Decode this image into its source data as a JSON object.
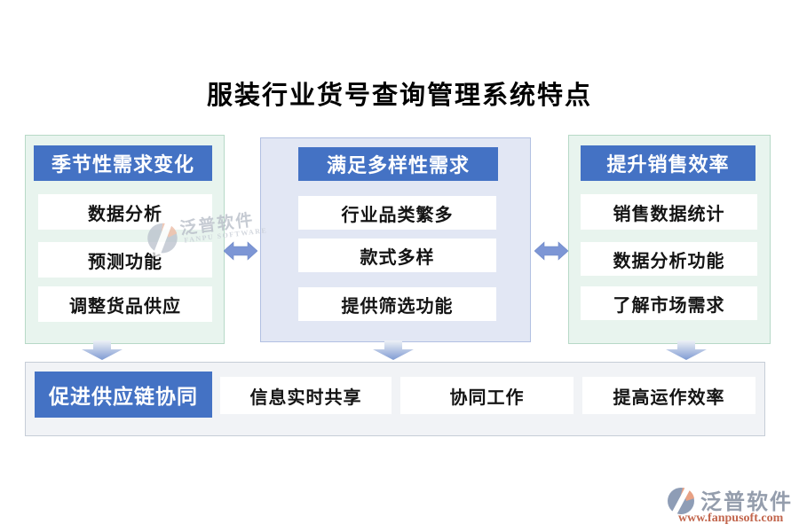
{
  "title": "服装行业货号查询管理系统特点",
  "panels": [
    {
      "header": "季节性需求变化",
      "items": [
        "数据分析",
        "预测功能",
        "调整货品供应"
      ]
    },
    {
      "header": "满足多样性需求",
      "items": [
        "行业品类繁多",
        "款式多样",
        "提供筛选功能"
      ]
    },
    {
      "header": "提升销售效率",
      "items": [
        "销售数据统计",
        "数据分析功能",
        "了解市场需求"
      ]
    }
  ],
  "bottom": {
    "header": "促进供应链协同",
    "items": [
      "信息实时共享",
      "协同工作",
      "提高运作效率"
    ]
  },
  "watermark": {
    "text": "泛普软件",
    "subtext": "FANPU SOFTWARE"
  },
  "logo": {
    "name": "泛普软件",
    "url": "www.fanpusoft.com"
  },
  "icons": {
    "between_panels": "left-right-arrow-icon",
    "panel_to_bottom": "down-arrow-icon",
    "brand": "fanpu-logo-icon"
  },
  "colors": {
    "accent_blue": "#4472c4",
    "mint_panel_bg": "#e8f4ee",
    "blue_panel_bg": "#e2e7f4",
    "bottom_bar_bg": "#f1f3f6",
    "arrow_blue": "#7d96d5",
    "logo_orange": "#e8a184",
    "url_orange": "#c2664d"
  }
}
